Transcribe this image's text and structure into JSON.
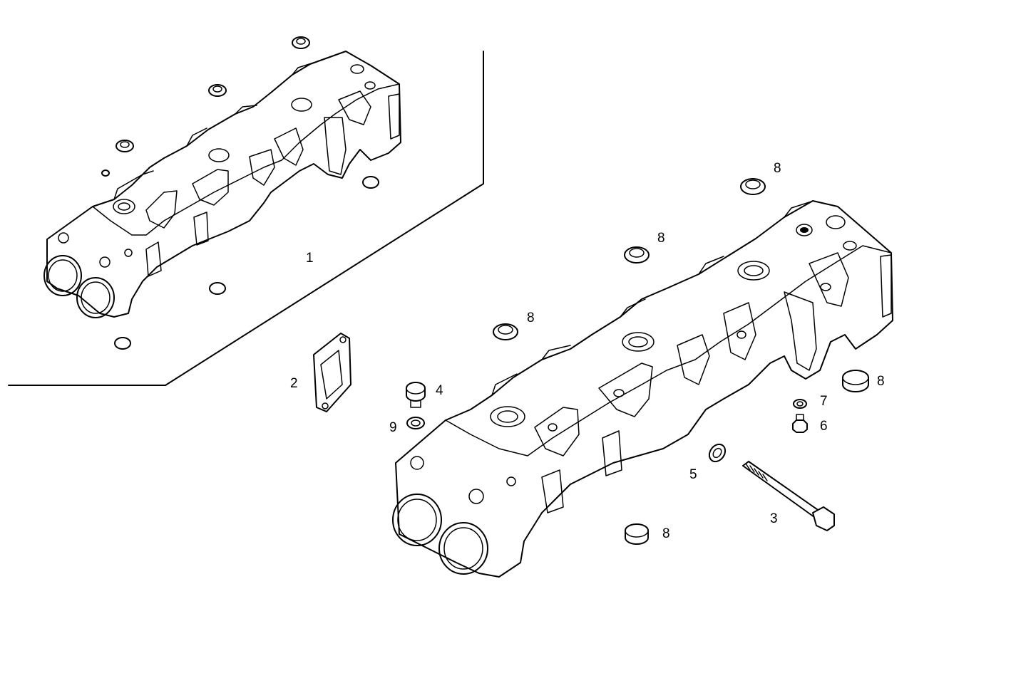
{
  "callouts": {
    "c1": "1",
    "c2": "2",
    "c3": "3",
    "c4": "4",
    "c5": "5",
    "c6": "6",
    "c7": "7",
    "c8a": "8",
    "c8b": "8",
    "c8c": "8",
    "c8d": "8",
    "c8e": "8",
    "c9": "9"
  }
}
